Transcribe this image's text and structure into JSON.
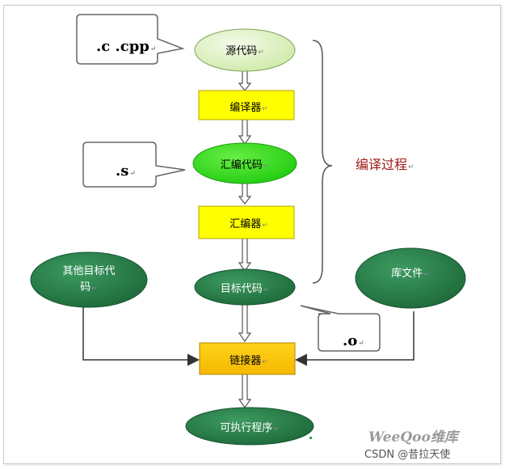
{
  "nodes": {
    "source": "源代码",
    "compiler": "编译器",
    "assembly": "汇编代码",
    "assembler": "汇编器",
    "object": "目标代码",
    "other_object_line1": "其他目标代",
    "other_object_line2": "码",
    "library": "库文件",
    "linker": "链接器",
    "executable": "可执行程序"
  },
  "callouts": {
    "source_ext": ".c .cpp",
    "assembly_ext": ".s",
    "object_ext": ".o"
  },
  "bracket_label": "编译过程",
  "paragraph_mark": "↵",
  "watermark": {
    "left_logo": "WeeQoo维库",
    "right_text": "CSDN @昔拉天使"
  },
  "colors": {
    "light_green": "#e0f5c5",
    "bright_green": "#33dd22",
    "dark_green": "#257a45",
    "yellow": "#ffff00",
    "amber": "#ffcc00",
    "bracket_red": "#a01818"
  }
}
